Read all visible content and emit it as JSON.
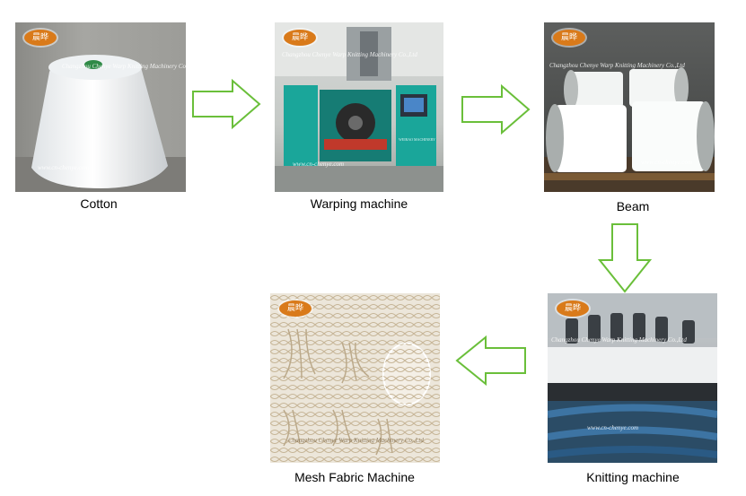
{
  "steps": [
    {
      "caption": "Cotton"
    },
    {
      "caption": "Warping machine"
    },
    {
      "caption": "Beam"
    },
    {
      "caption": "Knitting machine"
    },
    {
      "caption": "Mesh Fabric Machine"
    }
  ],
  "watermark": {
    "logo": "晨晔",
    "company": "Changzhou Chenye Warp Knitting Machinery Co.,Ltd",
    "url": "www.cn-chenye.com",
    "panel_label": "WEIRAO MACHINERY"
  },
  "colors": {
    "arrow_stroke": "#6abf3a",
    "arrow_fill": "#ffffff",
    "logo": "#d97a1a"
  },
  "icons": {
    "flow_arrow": "hollow-block-arrow-icon"
  }
}
